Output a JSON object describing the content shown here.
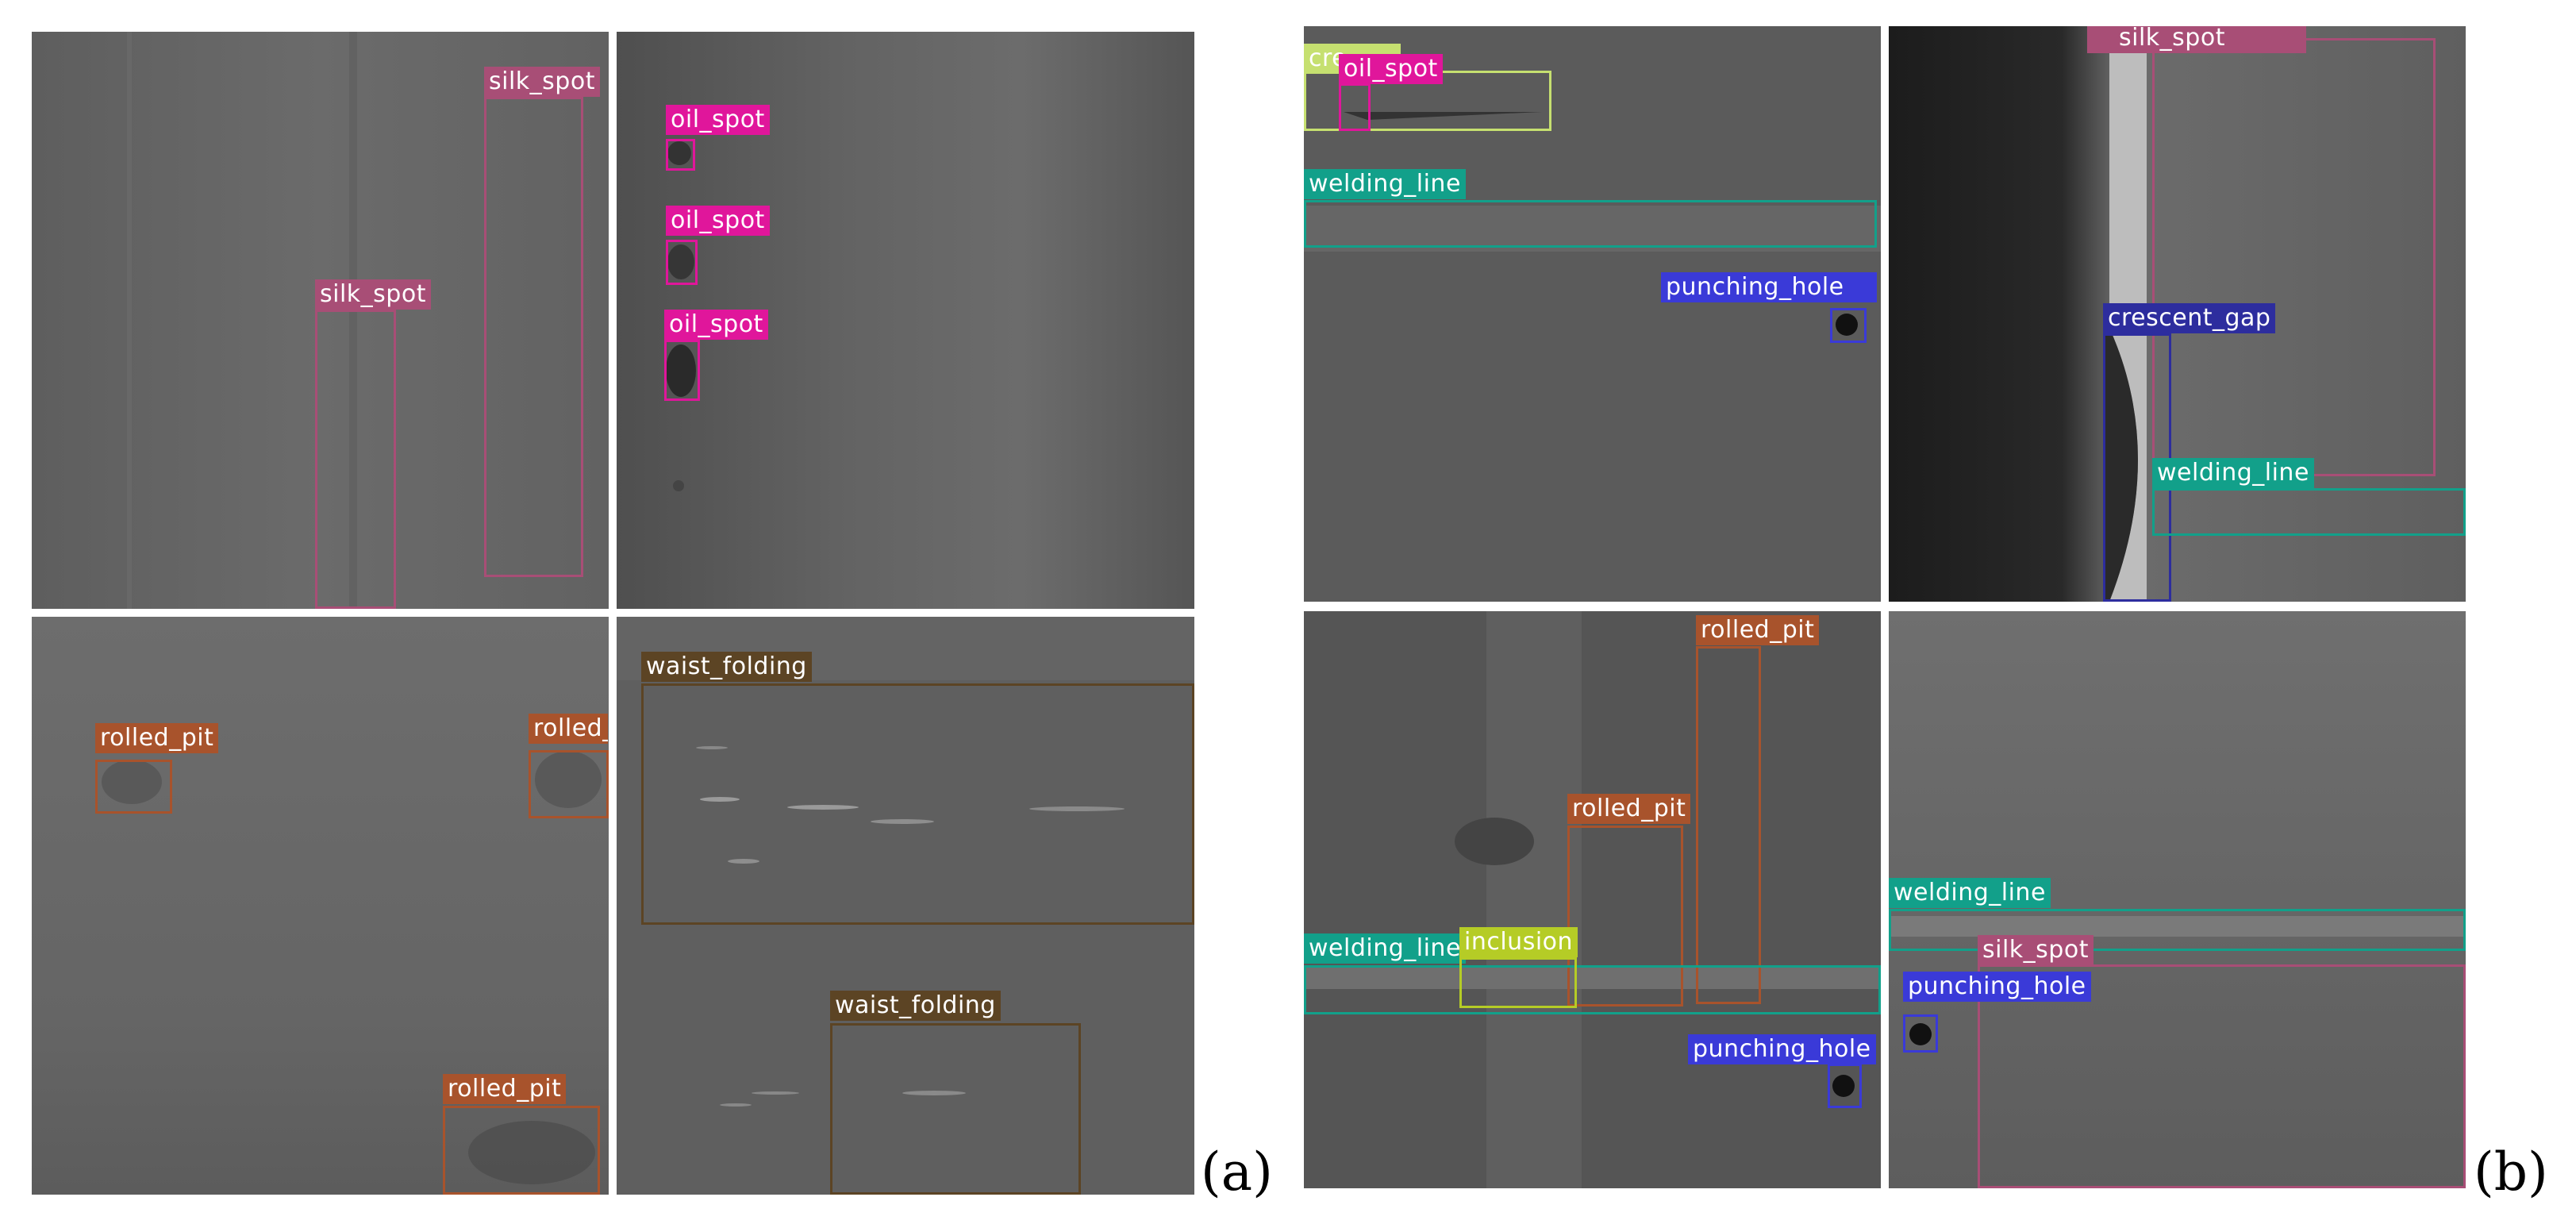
{
  "figure": {
    "label_a": "(a)",
    "label_b": "(b)"
  },
  "panels": {
    "a1": {
      "labels": [
        "silk_spot",
        "silk_spot"
      ]
    },
    "a2": {
      "labels": [
        "oil_spot",
        "oil_spot",
        "oil_spot"
      ]
    },
    "a3": {
      "labels": [
        "rolled_pit",
        "rolled_pit",
        "rolled_pit"
      ]
    },
    "a4": {
      "labels": [
        "waist_folding",
        "waist_folding"
      ]
    },
    "b1": {
      "labels": [
        "cre",
        "oil_spot",
        "welding_line",
        "punching_hole"
      ]
    },
    "b2": {
      "labels": [
        "silk_spot",
        "crescent_gap",
        "welding_line"
      ]
    },
    "b3": {
      "labels": [
        "rolled_pit",
        "rolled_pit",
        "welding_line",
        "inclusion",
        "punching_hole"
      ]
    },
    "b4": {
      "labels": [
        "welding_line",
        "silk_spot",
        "punching_hole"
      ]
    }
  },
  "colors": {
    "silk_spot": "#a84e76",
    "oil_spot": "#e0169b",
    "rolled_pit": "#a8532c",
    "waist_folding": "#5c4424",
    "crescent_gap": "#2d2d9e",
    "welding_line": "#12a08a",
    "punching_hole": "#3a3ad8",
    "inclusion": "#b5cc26"
  }
}
